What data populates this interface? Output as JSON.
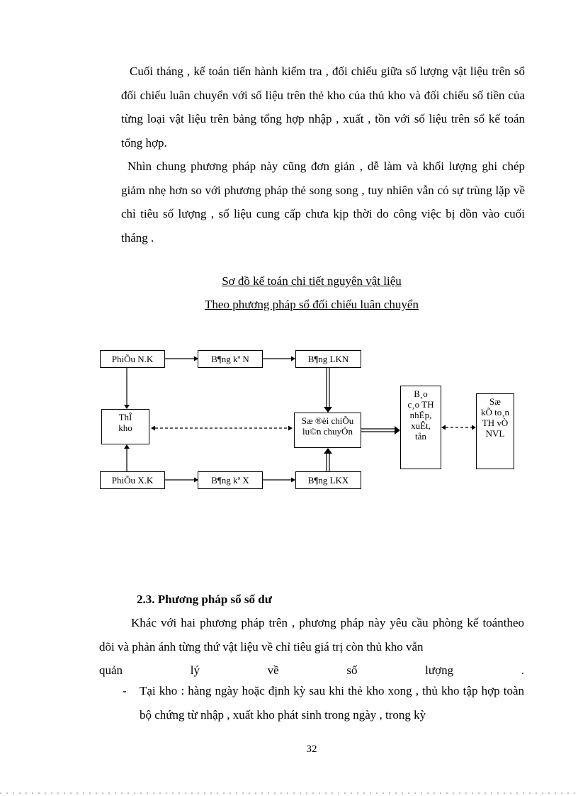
{
  "colors": {
    "ink": "#000000",
    "paper": "#ffffff"
  },
  "page": {
    "number": "32"
  },
  "body": {
    "para1": "Cuối tháng , kế toán tiến hành kiểm tra , đối chiếu giữa số lượng vật liệu trên sổ đối chiếu luân chuyển với số liệu trên thẻ kho của thủ kho và đối chiếu số tiền của từng loại vật liệu trên bảng tổng hợp nhập , xuất , tồn với số liệu trên sổ kế toán tổng hợp.",
    "para2": "Nhìn chung phương pháp này cũng đơn giản , dễ làm và khối lượng ghi chép giảm nhẹ hơn so với phương pháp thẻ song song , tuy nhiên vẫn có sự trùng lặp về chỉ tiêu số lượng , số liệu cung cấp chưa kịp thời do công việc bị dồn vào cuối tháng .",
    "heading1": "Sơ đồ kế toán chi tiết nguyên vật liệu",
    "heading2": "Theo phương pháp sổ đối chiếu luân chuyển",
    "section23_title": "2.3. Phương pháp sổ số dư",
    "para3": "Khác với hai phương pháp trên , phương pháp này yêu cầu phòng kế toántheo dõi và phản ánh từng thứ vật liệu về chỉ tiêu giá trị còn thủ kho vẫn",
    "para3_last": "quản lý về số lượng .",
    "bullet_dash": "-",
    "bullet1": "Tại kho : hàng ngày hoặc định kỳ sau khi thẻ kho xong , thủ kho tập hợp toàn bộ chứng từ nhập , xuất kho phát sinh trong ngày , trong kỳ"
  },
  "diagram": {
    "boxes": {
      "phieu_nk": "PhiÕu N.K",
      "bang_ke_n": "B¶ng kª N",
      "bang_lkn": "B¶ng LKN",
      "the_kho": "ThÎ\nkho",
      "so_doi_chieu": "Sæ ®èi chiÕu\nlu©n chuyÓn",
      "bao_cao": "B¸o\nc¸o TH\nnhËp,\nxuÊt,\ntån",
      "so_ke_toan": "Sæ\nkÕ to¸n\nTH vÒ\nNVL",
      "phieu_xk": "PhiÕu X.K",
      "bang_ke_x": "B¶ng kª X",
      "bang_lkx": "B¶ng LKX"
    }
  }
}
